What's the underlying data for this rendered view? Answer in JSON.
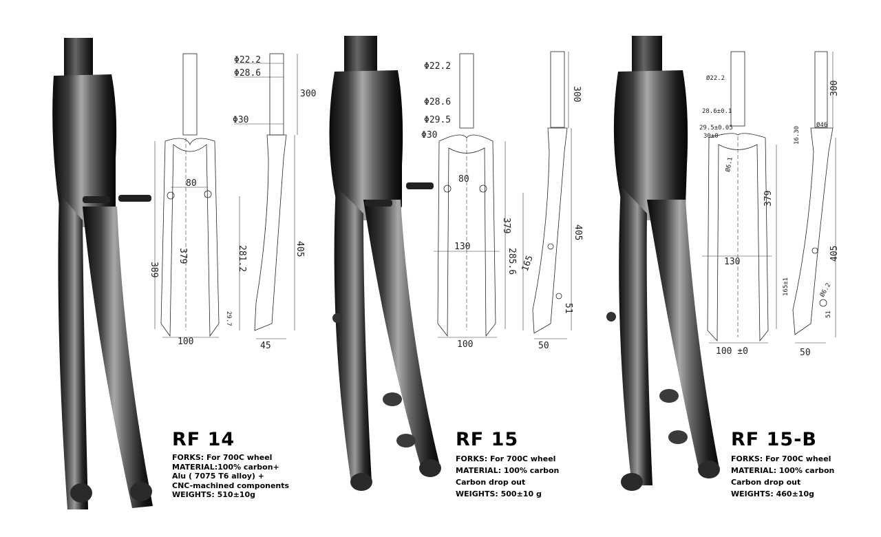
{
  "forks": [
    {
      "model": "RF  14",
      "lines": [
        "FORKS: For 700C wheel",
        "MATERIAL:100% carbon+",
        "Alu ( 7075 T6 alloy) +",
        "CNC-machined components",
        "WEIGHTS: 510±10g"
      ],
      "front_dims": {
        "steerer": "",
        "crown": "80",
        "axle": "100",
        "height": "389",
        "length": "379",
        "tip": "29.7"
      },
      "side_dims": {
        "d1": "Φ22.2",
        "d2": "Φ28.6",
        "d3": "Φ30",
        "d4": "",
        "steerer_len": "300",
        "total": "405",
        "rake": "281.2",
        "offset": "45",
        "drop": "",
        "extra": ""
      }
    },
    {
      "model": "RF  15",
      "lines": [
        "FORKS: For 700C wheel",
        "MATERIAL: 100% carbon",
        "Carbon drop out",
        "WEIGHTS: 500±10  g"
      ],
      "front_dims": {
        "steerer": "Φ30",
        "crown": "80",
        "axle": "100",
        "width": "130",
        "length": "379",
        "tip": ""
      },
      "side_dims": {
        "d1": "Φ22.2",
        "d2": "Φ28.6",
        "d3": "Φ29.5",
        "d4": "",
        "steerer_len": "300",
        "total": "405",
        "rake": "285.6",
        "offset": "50",
        "drop": "165",
        "extra": "51"
      }
    },
    {
      "model": "RF  15-B",
      "lines": [
        "FORKS: For 700C wheel",
        "MATERIAL: 100% carbon",
        "Carbon drop out",
        "WEIGHTS:  460±10g"
      ],
      "front_dims": {
        "steerer": "Ø6.1",
        "crown": "",
        "axle": "100 ±0",
        "width": "130",
        "length": "379",
        "tip": ""
      },
      "side_dims": {
        "d1": "Ø22.2",
        "d2": "28.6±0.1",
        "d3": "29.5±0.05",
        "d4": "30±0",
        "steerer_len": "300",
        "total": "405",
        "rake": "165±1",
        "offset": "50",
        "drop": "Ø6.2",
        "extra": "51",
        "top": "Ø46",
        "h1": "16.30"
      }
    }
  ]
}
